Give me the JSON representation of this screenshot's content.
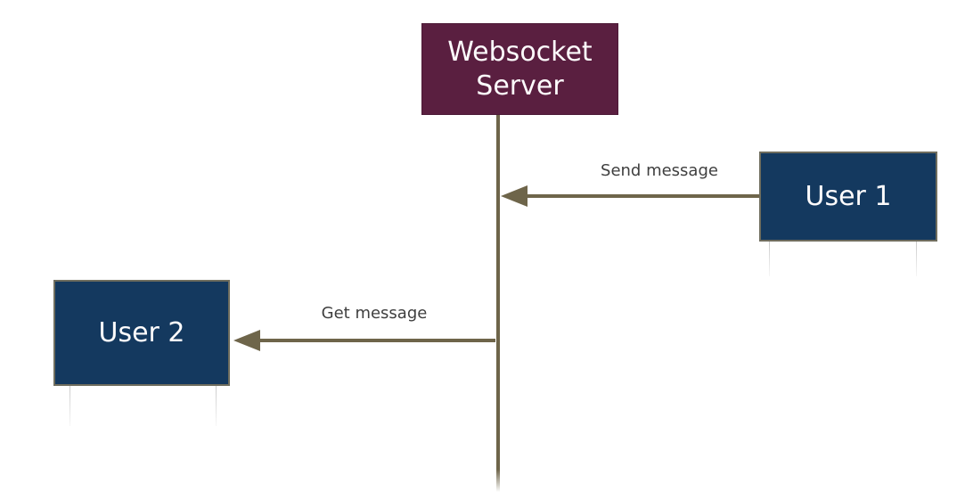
{
  "diagram": {
    "type": "architecture-sequence",
    "background": "#ffffff",
    "nodes": {
      "server": {
        "label": "Websocket Server",
        "shape": "rectangle",
        "bg_color": "#5a1f40",
        "text_color": "#ffffff"
      },
      "user1": {
        "label": "User 1",
        "shape": "rectangle",
        "bg_color": "#14395f",
        "text_color": "#ffffff"
      },
      "user2": {
        "label": "User 2",
        "shape": "rectangle",
        "bg_color": "#14395f",
        "text_color": "#ffffff"
      }
    },
    "edges": {
      "send": {
        "label": "Send message",
        "from": "User 1",
        "to": "Websocket Server",
        "direction": "left",
        "color": "#6e654a"
      },
      "get": {
        "label": "Get message",
        "from": "Websocket Server",
        "to": "User 2",
        "direction": "left",
        "color": "#6e654a"
      }
    },
    "lifeline": {
      "owner": "Websocket Server",
      "color": "#6e654a"
    },
    "colors": {
      "arrow": "#6e654a",
      "edge_label_text": "#3f3f3f",
      "droplink_gray": "#c9c9c9"
    }
  }
}
